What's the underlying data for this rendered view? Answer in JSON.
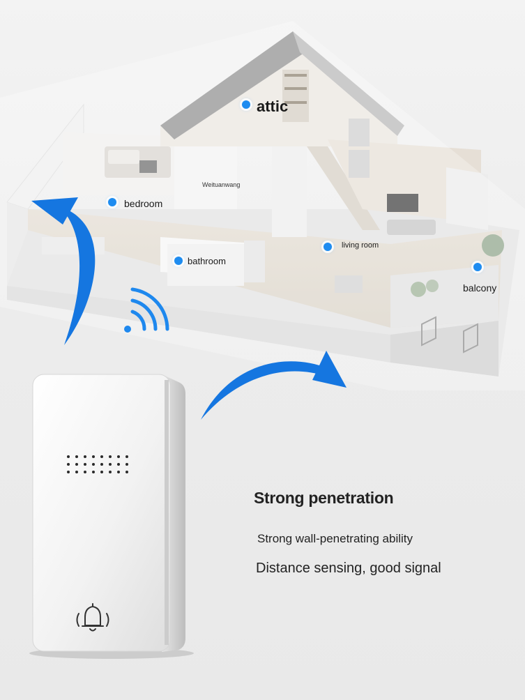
{
  "rooms": [
    {
      "name": "attic"
    },
    {
      "name": "bedroom"
    },
    {
      "name": "bathroom"
    },
    {
      "name": "living room"
    },
    {
      "name": "balcony"
    }
  ],
  "watermark": "Weituanwang",
  "feature": {
    "heading": "Strong penetration",
    "line1": "Strong wall-penetrating ability",
    "line2": "Distance sensing, good signal"
  },
  "colors": {
    "accent": "#1e8cf0",
    "arrow": "#1576e0",
    "device_body": "#f4f4f4"
  },
  "icons": [
    "wifi-signal-icon",
    "curved-arrow-icon",
    "bell-icon"
  ]
}
